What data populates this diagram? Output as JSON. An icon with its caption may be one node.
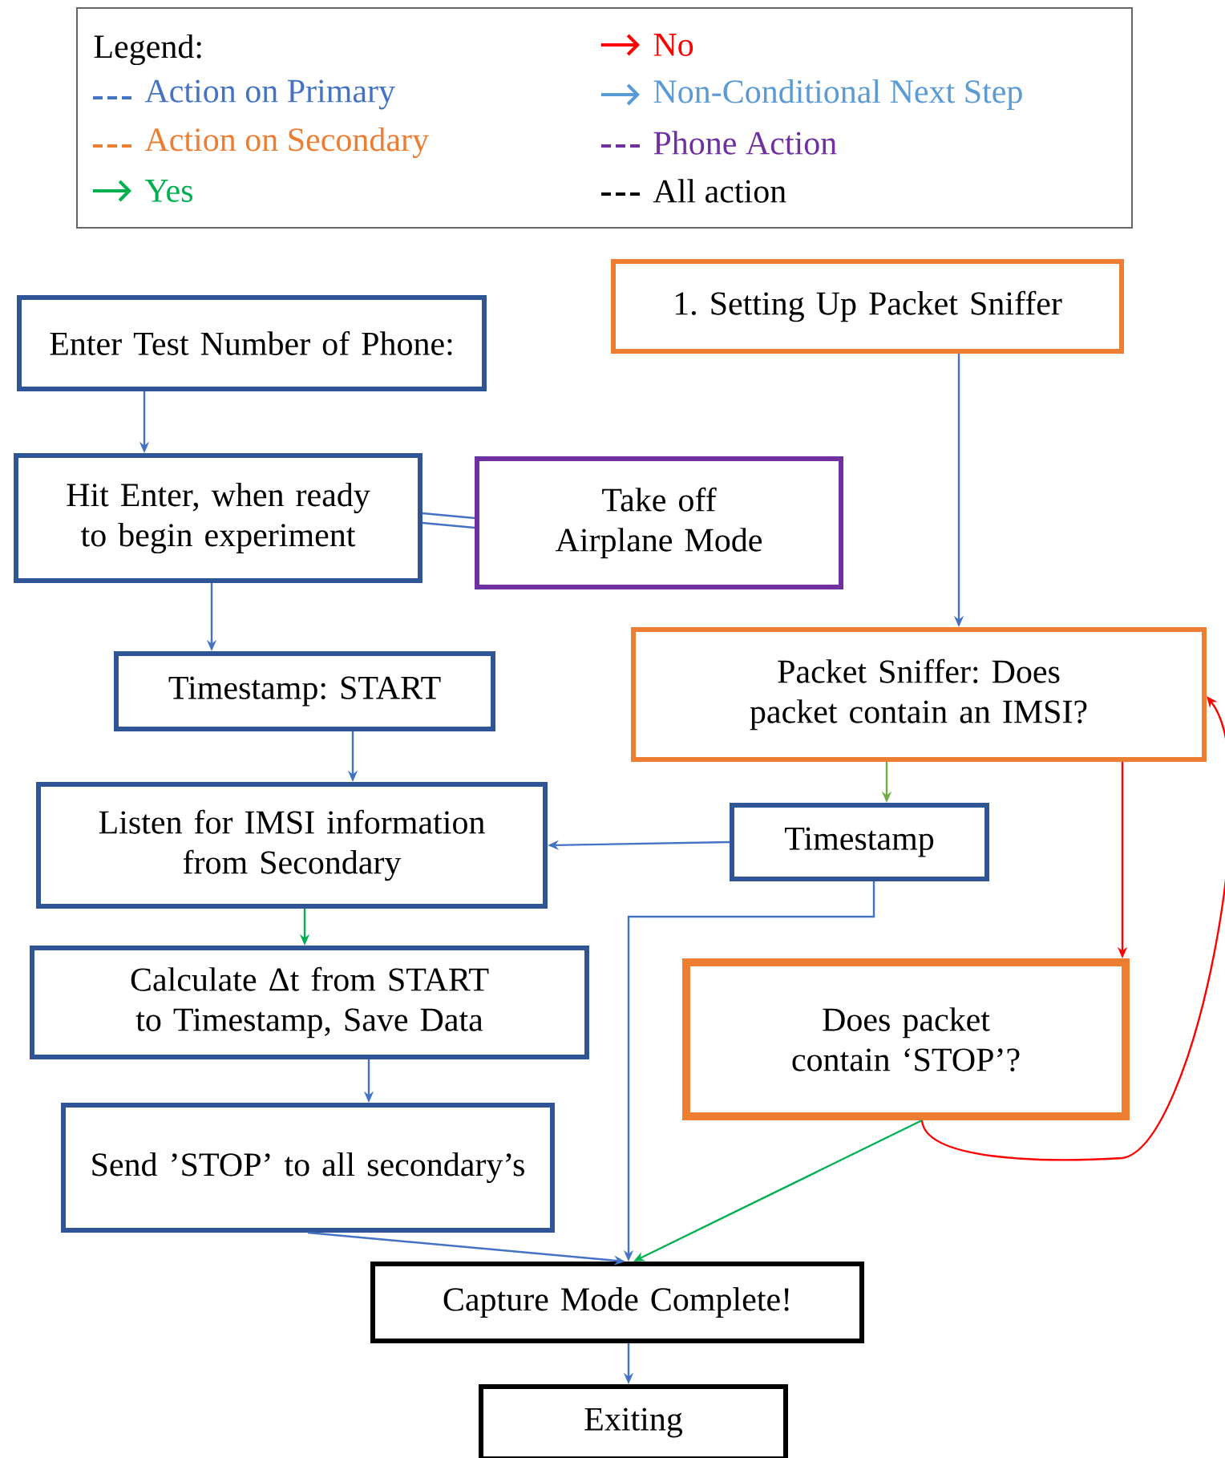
{
  "diagram": {
    "nodes": [
      {
        "text": [
          "Enter Test Number of Phone:"
        ]
      },
      {
        "text": [
          "Hit Enter, when ready to begin experiment"
        ]
      },
      {
        "text": [
          "Take off Airplane Mode"
        ]
      },
      {
        "text": [
          "1. Setting Up Packet Sniffer"
        ]
      },
      {
        "text": [
          "Timestamp: START"
        ]
      },
      {
        "text": [
          "Packet Sniffer: Does packet contain an IMSI?"
        ]
      },
      {
        "text": [
          "Listen for IMSI information from Secondary"
        ]
      },
      {
        "text": [
          "Timestamp"
        ]
      },
      {
        "text": [
          "Calculate Δt from START to Timestamp, Save Data"
        ]
      },
      {
        "text": [
          "Does packet contain ‘STOP’?"
        ]
      },
      {
        "text": [
          "Send ’STOP’ to all secondary’s"
        ]
      },
      {
        "text": [
          "Capture Mode Complete!"
        ]
      },
      {
        "text": [
          "Exiting"
        ]
      }
    ],
    "edges": [
      {
        "from": 0,
        "to": 1,
        "arrow": "to"
      },
      {
        "from": 1,
        "to": 2,
        "arrow": "none"
      },
      {
        "from": 3,
        "to": 5,
        "arrow": "to"
      },
      {
        "from": 1,
        "to": 4,
        "arrow": "to"
      },
      {
        "from": 4,
        "to": 6,
        "arrow": "to"
      },
      {
        "from": 5,
        "to": 7,
        "arrow": "to",
        "color": "#70ad47"
      },
      {
        "from": 7,
        "to": 6,
        "arrow": "to"
      },
      {
        "from": 6,
        "to": 8,
        "arrow": "to",
        "color": "#00b050"
      },
      {
        "from": 7,
        "to": 11,
        "arrow": "to"
      },
      {
        "from": 5,
        "to": 9,
        "arrow": "to",
        "color": "#ff0000"
      },
      {
        "from": 9,
        "to": 5,
        "arrow": "to",
        "color": "#ff0000"
      },
      {
        "from": 8,
        "to": 10,
        "arrow": "to"
      },
      {
        "from": 10,
        "to": 11,
        "arrow": "to"
      },
      {
        "from": 9,
        "to": 11,
        "arrow": "to",
        "color": "#00b050"
      },
      {
        "from": 11,
        "to": 12,
        "arrow": "to"
      }
    ],
    "labels": [
      "Legend:"
    ],
    "legend": [
      {
        "text": "Action on Primary",
        "color": "#4472c4"
      },
      {
        "text": "Action on Secondary",
        "color": "#ed7d31"
      },
      {
        "text": "Yes",
        "color": "#00b050"
      },
      {
        "text": "No",
        "color": "#ff0000"
      },
      {
        "text": "Non-Conditional Next Step",
        "color": "#5b9bd5"
      },
      {
        "text": "Phone Action",
        "color": "#7030a0"
      },
      {
        "text": "All action",
        "color": "#000000"
      }
    ]
  }
}
